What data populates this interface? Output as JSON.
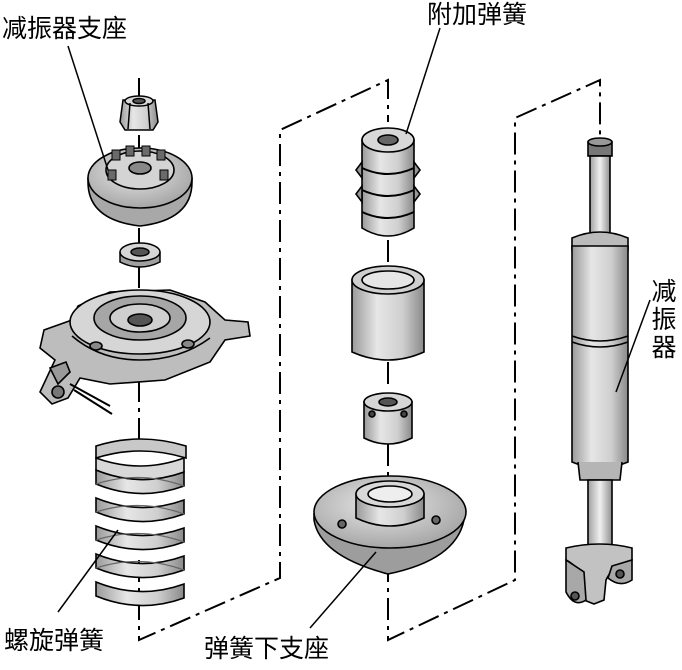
{
  "labels": {
    "strut_mount": "减振器支座",
    "aux_spring": "附加弹簧",
    "shock_absorber": "减振器",
    "coil_spring": "螺旋弹簧",
    "lower_spring_seat": "弹簧下支座"
  },
  "colors": {
    "line": "#000000",
    "light_fill": "#e2e2e2",
    "mid_fill": "#c4c4c4",
    "dark_fill": "#8e8e8e"
  }
}
